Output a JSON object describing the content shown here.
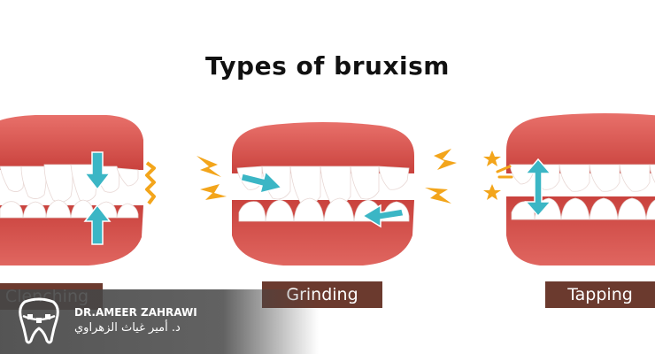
{
  "title": "Types of bruxism",
  "types": [
    {
      "label": "Clenching"
    },
    {
      "label": "Grinding"
    },
    {
      "label": "Tapping"
    }
  ],
  "brand": {
    "name": "DR.AMEER ZAHRAWI",
    "name_ar": "د. أمير غياث الزهراوي",
    "logo_icon": "tooth-braces-icon"
  },
  "colors": {
    "gum": "#d9534f",
    "gum_dark": "#b93a36",
    "tooth": "#ffffff",
    "arrow": "#3bb6c5",
    "spark": "#f3a51b",
    "label_bg": "#6b3a2e"
  }
}
